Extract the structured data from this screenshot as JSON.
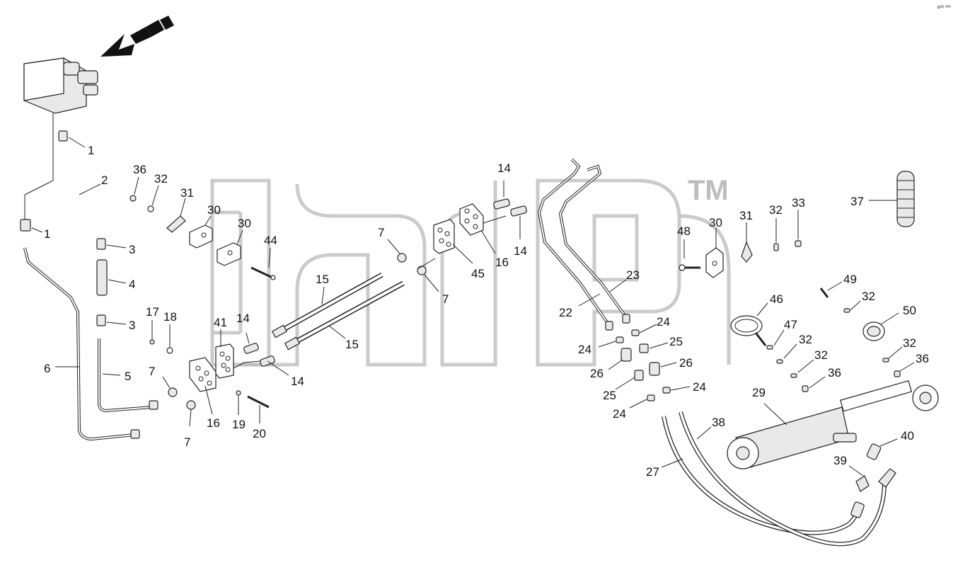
{
  "diagram": {
    "corner_code": "ᴅᶜᵖ ᵉᵉᵉ",
    "watermark_tm": "TM",
    "labels": {
      "l1a": "1",
      "l1b": "1",
      "l2": "2",
      "l3a": "3",
      "l3b": "3",
      "l4": "4",
      "l5": "5",
      "l6": "6",
      "l7a": "7",
      "l7b": "7",
      "l7c": "7",
      "l7d": "7",
      "l14a": "14",
      "l14b": "14",
      "l14c": "14",
      "l14d": "14",
      "l15a": "15",
      "l15b": "15",
      "l16a": "16",
      "l16b": "16",
      "l17": "17",
      "l18": "18",
      "l19": "19",
      "l20": "20",
      "l22": "22",
      "l23": "23",
      "l24a": "24",
      "l24b": "24",
      "l24c": "24",
      "l24d": "24",
      "l25a": "25",
      "l25b": "25",
      "l26a": "26",
      "l26b": "26",
      "l27": "27",
      "l29": "29",
      "l30a": "30",
      "l30b": "30",
      "l30c": "30",
      "l31a": "31",
      "l31b": "31",
      "l32a": "32",
      "l32b": "32",
      "l32c": "32",
      "l32d": "32",
      "l32e": "32",
      "l32f": "32",
      "l33": "33",
      "l36a": "36",
      "l36b": "36",
      "l36c": "36",
      "l37": "37",
      "l38": "38",
      "l39": "39",
      "l40": "40",
      "l41": "41",
      "l44": "44",
      "l45": "45",
      "l46": "46",
      "l47": "47",
      "l48": "48",
      "l49": "49",
      "l50": "50"
    }
  }
}
